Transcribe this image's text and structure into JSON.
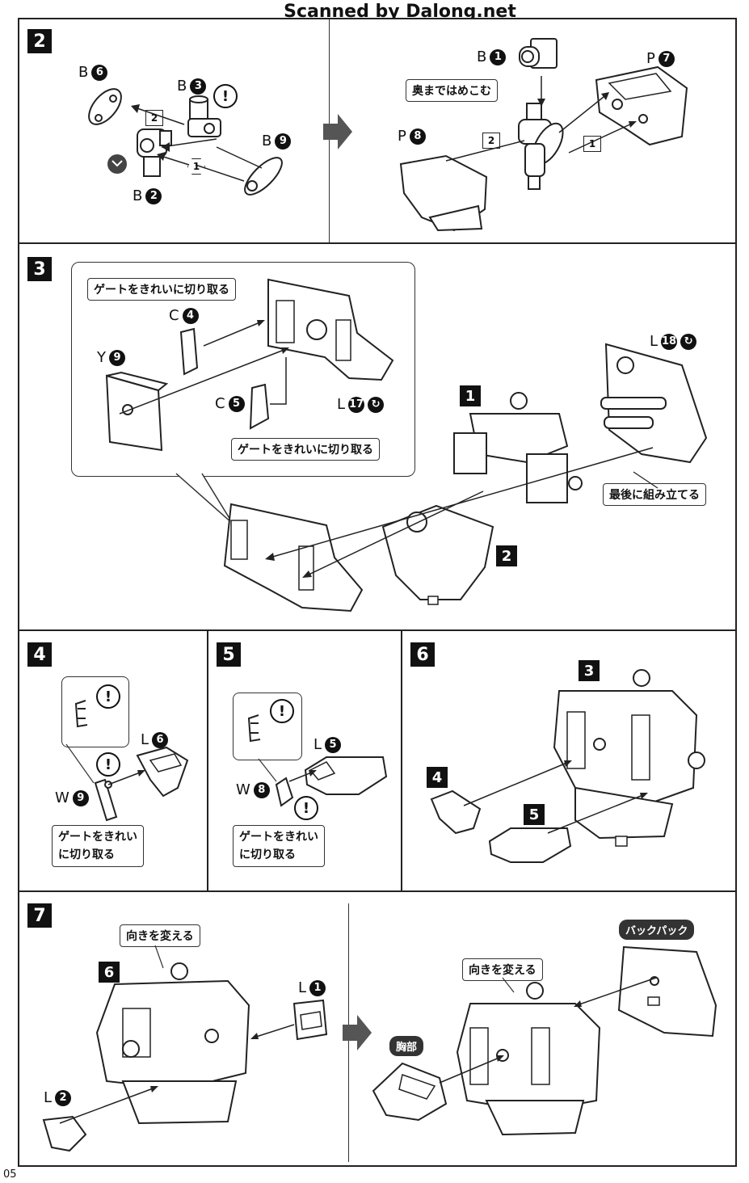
{
  "header": {
    "watermark": "Scanned by Dalong.net"
  },
  "page_number": "05",
  "steps": {
    "s2": {
      "num": "2"
    },
    "s3": {
      "num": "3"
    },
    "s4": {
      "num": "4"
    },
    "s5": {
      "num": "5"
    },
    "s6": {
      "num": "6"
    },
    "s7": {
      "num": "7"
    }
  },
  "step2": {
    "parts": {
      "b6": {
        "letter": "B",
        "n": "6"
      },
      "b3": {
        "letter": "B",
        "n": "3"
      },
      "b9": {
        "letter": "B",
        "n": "9"
      },
      "b2": {
        "letter": "B",
        "n": "2"
      },
      "b1": {
        "letter": "B",
        "n": "1"
      },
      "p7": {
        "letter": "P",
        "n": "7"
      },
      "p8": {
        "letter": "P",
        "n": "8"
      }
    },
    "order": {
      "one": "1",
      "two": "2"
    },
    "note_push": "奥まではめこむ"
  },
  "step3": {
    "parts": {
      "c4": {
        "letter": "C",
        "n": "4"
      },
      "y9": {
        "letter": "Y",
        "n": "9"
      },
      "c5": {
        "letter": "C",
        "n": "5"
      },
      "l17": {
        "letter": "L",
        "n": "17"
      },
      "l18": {
        "letter": "L",
        "n": "18"
      }
    },
    "note_gate_top": "ゲートをきれいに切り取る",
    "note_gate_bottom": "ゲートをきれいに切り取る",
    "note_last": "最後に組み立てる",
    "sub1": "1",
    "sub2": "2"
  },
  "step4": {
    "parts": {
      "l6": {
        "letter": "L",
        "n": "6"
      },
      "w9": {
        "letter": "W",
        "n": "9"
      }
    },
    "note_line1": "ゲートをきれい",
    "note_line2": "に切り取る"
  },
  "step5": {
    "parts": {
      "l5": {
        "letter": "L",
        "n": "5"
      },
      "w8": {
        "letter": "W",
        "n": "8"
      }
    },
    "note_line1": "ゲートをきれい",
    "note_line2": "に切り取る"
  },
  "step6": {
    "sub3": "3",
    "sub4": "4",
    "sub5": "5"
  },
  "step7": {
    "sub6": "6",
    "parts": {
      "l1": {
        "letter": "L",
        "n": "1"
      },
      "l2": {
        "letter": "L",
        "n": "2"
      }
    },
    "note_turn_left": "向きを変える",
    "note_turn_right": "向きを変える",
    "tag_backpack": "バックパック",
    "tag_chest": "胸部"
  },
  "warn_symbol": "!"
}
